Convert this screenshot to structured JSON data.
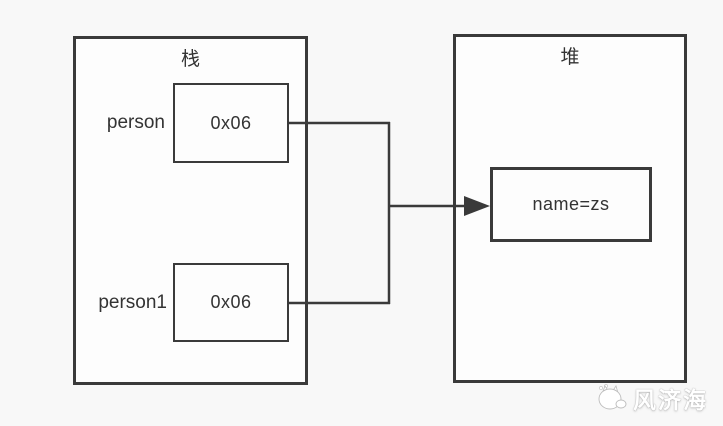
{
  "diagram": {
    "stack": {
      "title": "栈",
      "entries": [
        {
          "label": "person",
          "value": "0x06"
        },
        {
          "label": "person1",
          "value": "0x06"
        }
      ]
    },
    "heap": {
      "title": "堆",
      "object_value": "name=zs"
    },
    "relations": [
      {
        "from": "person.0x06",
        "to": "heap.name=zs",
        "type": "reference-arrow"
      },
      {
        "from": "person1.0x06",
        "to": "heap.name=zs",
        "type": "reference-arrow"
      }
    ],
    "colors": {
      "background": "#f8f8f8",
      "box_fill": "#fdfdfd",
      "box_border": "#3a3a3a",
      "line": "#3a3a3a",
      "text": "#333333",
      "watermark": "#ffffff"
    },
    "watermark": {
      "icon": "cat-logo",
      "text": "风济海"
    }
  }
}
